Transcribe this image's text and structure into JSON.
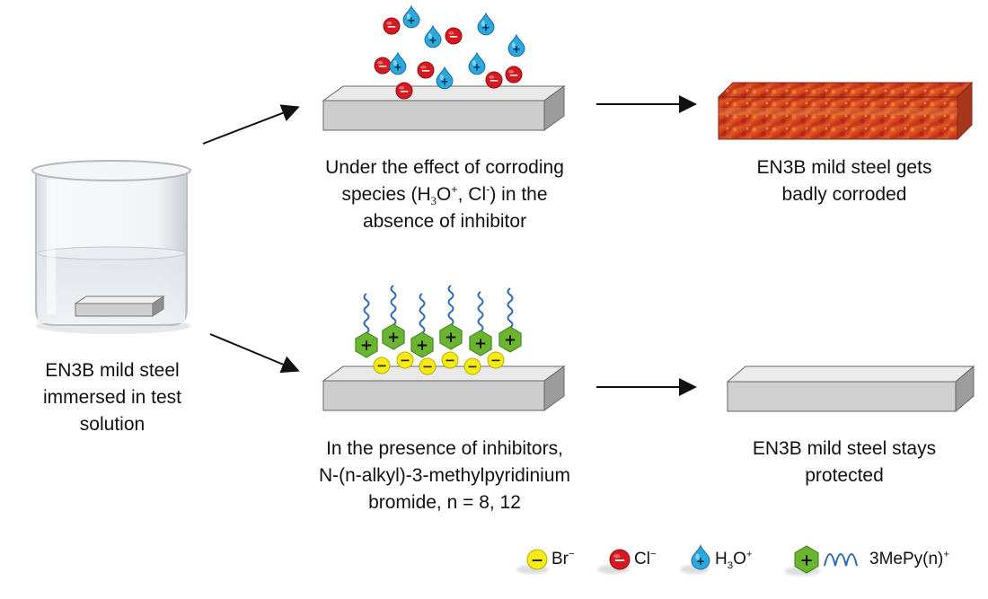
{
  "captions": {
    "beaker": [
      "EN3B mild steel",
      "immersed in test",
      "solution"
    ],
    "top_middle": {
      "line1": "Under the effect of corroding",
      "line2_pre": "species (H",
      "line2_sub": "3",
      "line2_mid": "O",
      "line2_sup1": "+",
      "line2_sep": ", Cl",
      "line2_sup2": "-",
      "line2_post": ") in the",
      "line3": "absence of inhibitor"
    },
    "top_right": [
      "EN3B mild steel gets",
      "badly corroded"
    ],
    "bottom_middle": [
      "In the presence of inhibitors,",
      "N-(n-alkyl)-3-methylpyridinium",
      "bromide, n = 8, 12"
    ],
    "bottom_right": [
      "EN3B mild steel stays",
      "protected"
    ]
  },
  "legend": {
    "br": {
      "label": "Br",
      "sup": "−",
      "sign": "−"
    },
    "cl": {
      "label": "Cl",
      "sup": "−",
      "sign": "−"
    },
    "h3o": {
      "label_pre": "H",
      "label_sub": "3",
      "label_post": "O",
      "sup": "+",
      "sign": "+"
    },
    "mepy": {
      "label": "3MePy(n)",
      "sup": "+",
      "sign": "+"
    }
  },
  "colors": {
    "steel_top": "#e6e6e6",
    "steel_front": "#c9c9c9",
    "steel_side": "#9e9e9e",
    "chloride": "#d7191f",
    "hydronium": "#29a9e0",
    "bromide": "#f5ea14",
    "pyridinium": "#6ab52f",
    "tail": "#2c6bb3",
    "rust": "#d9471d"
  },
  "icons": [
    "beaker-icon",
    "steel-bar-icon",
    "arrow-icon",
    "chloride-ion-icon",
    "hydronium-ion-icon",
    "bromide-ion-icon",
    "pyridinium-cation-icon",
    "alkyl-chain-icon"
  ]
}
